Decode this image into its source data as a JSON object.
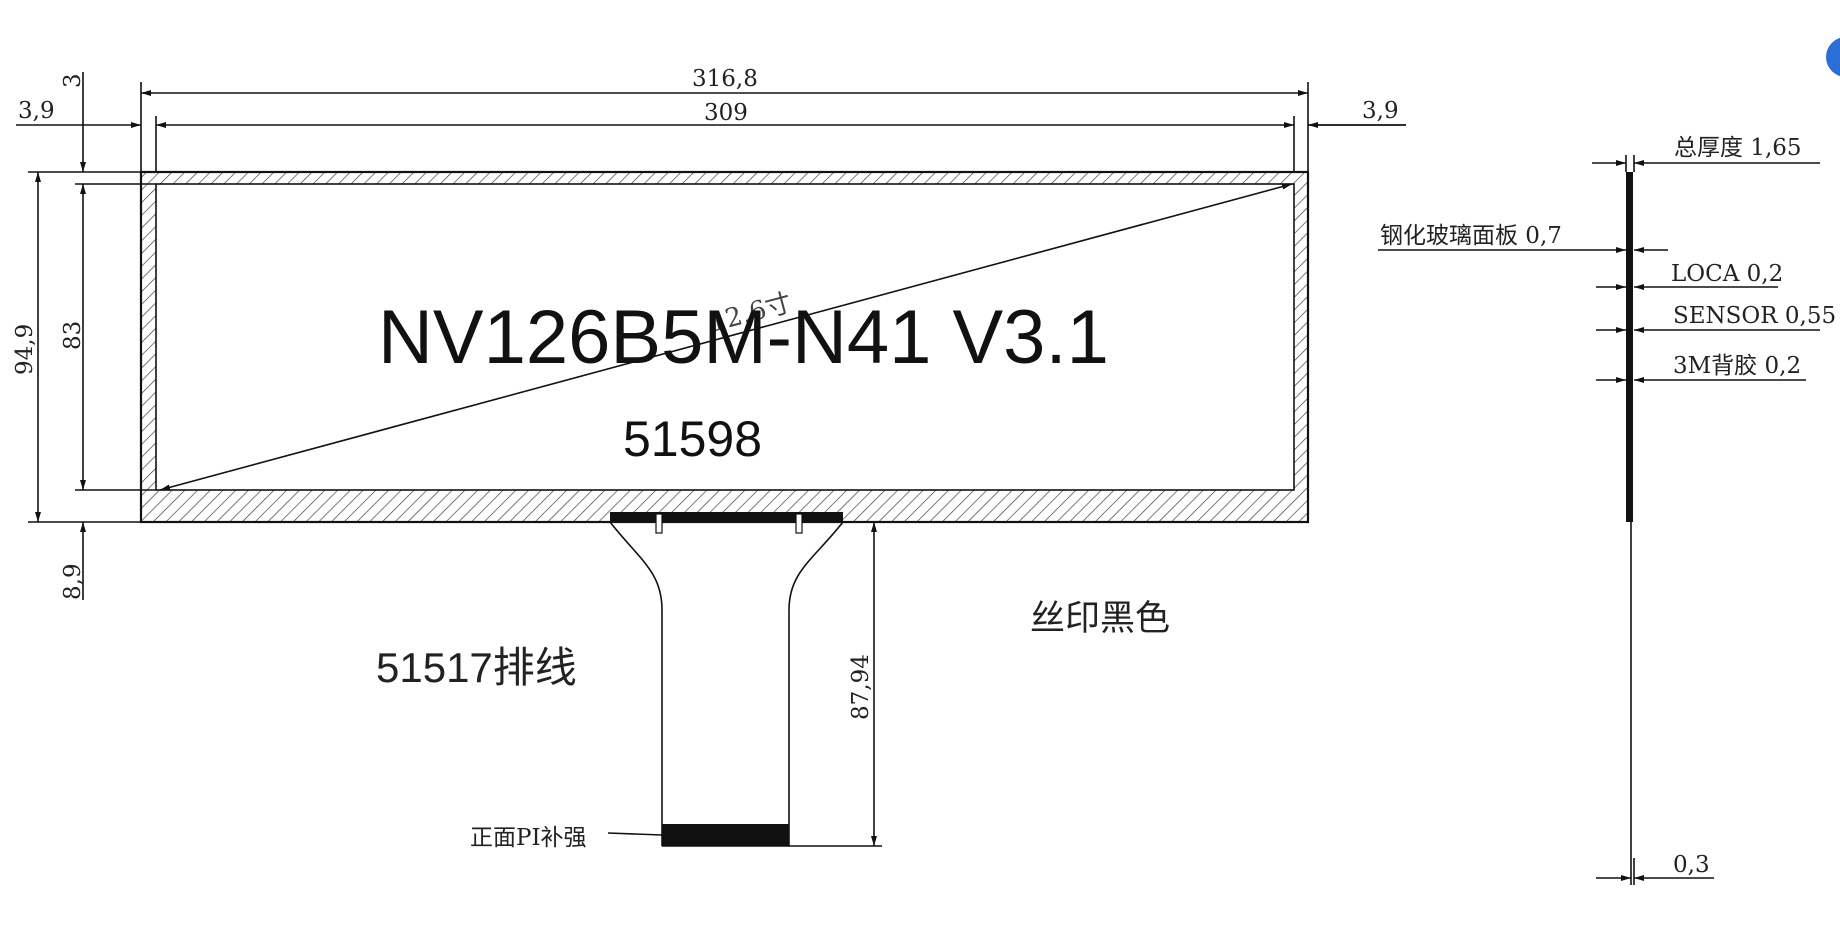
{
  "drawing": {
    "model_label": "NV126B5M-N41 V3.1",
    "part_number": "51598",
    "diagonal_label": "12.6寸",
    "cable_label": "51517排线",
    "silkscreen_note": "丝印黑色",
    "pi_stiffener_label": "正面PI补强",
    "dimensions": {
      "overall_width": "316,8",
      "inner_width": "309",
      "left_margin": "3,9",
      "right_margin": "3,9",
      "top_margin": "3",
      "overall_height": "94,9",
      "inner_height": "83",
      "bottom_margin": "8,9",
      "cable_length": "87,94"
    },
    "stackup": {
      "total_thickness": "总厚度 1,65",
      "glass": "钢化玻璃面板 0,7",
      "loca": "LOCA 0,2",
      "sensor": "SENSOR 0,55",
      "adhesive": "3M背胶 0,2",
      "fpc_thickness": "0,3"
    },
    "colors": {
      "line": "#111111",
      "accent_dot": "#2a6fd6"
    }
  }
}
